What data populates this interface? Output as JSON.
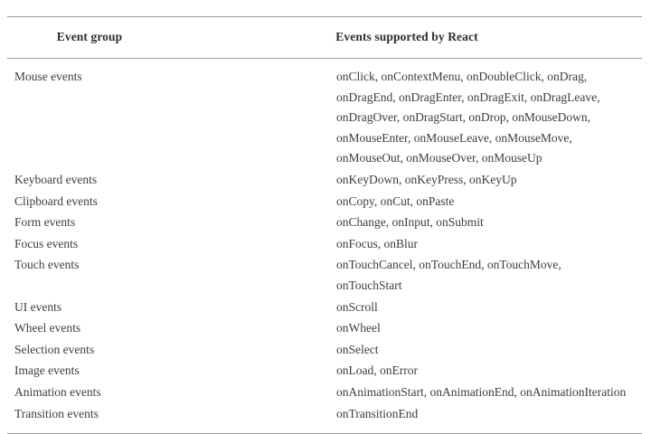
{
  "table": {
    "headers": {
      "group": "Event group",
      "events": "Events supported by React"
    },
    "rows": [
      {
        "group": "Mouse events",
        "events": "onClick, onContextMenu, onDoubleClick, onDrag, onDragEnd, onDragEnter, onDragExit, onDragLeave, onDragOver, onDragStart, onDrop, onMouseDown, onMouseEnter, onMouseLeave, onMouseMove, onMouseOut, onMouseOver, onMouseUp"
      },
      {
        "group": "Keyboard events",
        "events": "onKeyDown, onKeyPress, onKeyUp"
      },
      {
        "group": "Clipboard events",
        "events": "onCopy, onCut, onPaste"
      },
      {
        "group": "Form events",
        "events": "onChange, onInput, onSubmit"
      },
      {
        "group": "Focus events",
        "events": "onFocus, onBlur"
      },
      {
        "group": "Touch events",
        "events": "onTouchCancel, onTouchEnd, onTouchMove, onTouchStart"
      },
      {
        "group": "UI events",
        "events": "onScroll"
      },
      {
        "group": "Wheel events",
        "events": "onWheel"
      },
      {
        "group": "Selection events",
        "events": "onSelect"
      },
      {
        "group": "Image events",
        "events": "onLoad, onError"
      },
      {
        "group": "Animation events",
        "events": "onAnimationStart, onAnimationEnd, onAnimationIteration"
      },
      {
        "group": "Transition events",
        "events": "onTransitionEnd"
      }
    ]
  },
  "colors": {
    "background": "#ffffff",
    "rule": "#9a9a9a",
    "header_text": "#2e2e2e",
    "body_text": "#3d3d3d"
  }
}
